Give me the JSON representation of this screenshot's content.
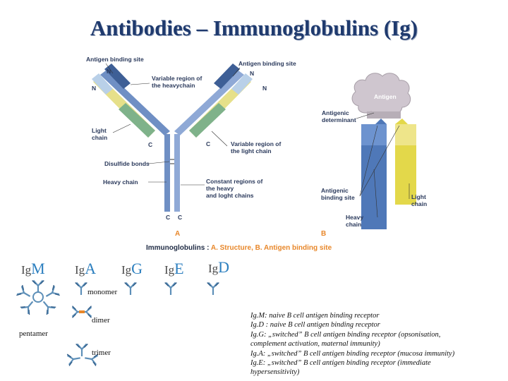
{
  "title": "Antibodies – Immunoglobulins (Ig)",
  "diagram": {
    "labels": {
      "antigen_binding_site_left": "Antigen binding site",
      "antigen_binding_site_right": "Antigen binding site",
      "n_left_top": "N",
      "n_left": "N",
      "n_right_top": "N",
      "n_right": "N",
      "variable_heavy": [
        "Variable region of",
        "the heavychain"
      ],
      "light_chain": [
        "Light",
        "chain"
      ],
      "disulfide_bonds": "Disulfide bonds",
      "heavy_chain": "Heavy chain",
      "c_left": "C",
      "c_right": "C",
      "c_bottom_left": "C",
      "c_bottom_right": "C",
      "variable_light": [
        "Variable region of",
        "the light chain"
      ],
      "constant_regions": [
        "Constant regions of",
        "the heavy",
        "and loght chains"
      ],
      "antigen": "Antigen",
      "antigenic_determinant": [
        "Antigenic",
        "determinant"
      ],
      "antigenic_binding_site": [
        "Antigenic",
        "binding site"
      ],
      "light_chain_b": [
        "Light",
        "chain"
      ],
      "heavy_chain_b": [
        "Heavy",
        "chain"
      ],
      "panel_a": "A",
      "panel_b": "B",
      "caption_prefix": "Immunoglobulins : ",
      "caption_a": "A. Structure, ",
      "caption_b": "B. Antigen binding site"
    },
    "colors": {
      "heavy": "#6f8fc4",
      "heavy_dark": "#3e5f96",
      "light_yellow": "#e6e08a",
      "light_green": "#7fb28a",
      "antigen": "#cfc6cf",
      "yellow_b": "#e3d84a",
      "blue_b": "#4f78b8",
      "orange": "#e8872a"
    }
  },
  "classes": {
    "igm": {
      "prefix": "Ig",
      "letter": "M"
    },
    "iga": {
      "prefix": "Ig",
      "letter": "A"
    },
    "igg": {
      "prefix": "Ig",
      "letter": "G"
    },
    "ige": {
      "prefix": "Ig",
      "letter": "E"
    },
    "igd": {
      "prefix": "Ig",
      "letter": "D"
    }
  },
  "forms": {
    "monomer": "monomer",
    "dimer": "dimer",
    "pentamer": "pentamer",
    "trimer": "trimer"
  },
  "descriptions": [
    "Ig.M: naive B cell antigen binding receptor",
    "Ig.D : naive B cell antigen binding receptor",
    "Ig.G: „switched” B cell antigen binding receptor (opsonisation,",
    "complement activation, maternal immunity)",
    "Ig.A: „switched” B cell antigen binding receptor (mucosa immunity)",
    "Ig.E: „switched” B cell antigen binding receptor (immediate",
    "hypersensitivity)"
  ]
}
